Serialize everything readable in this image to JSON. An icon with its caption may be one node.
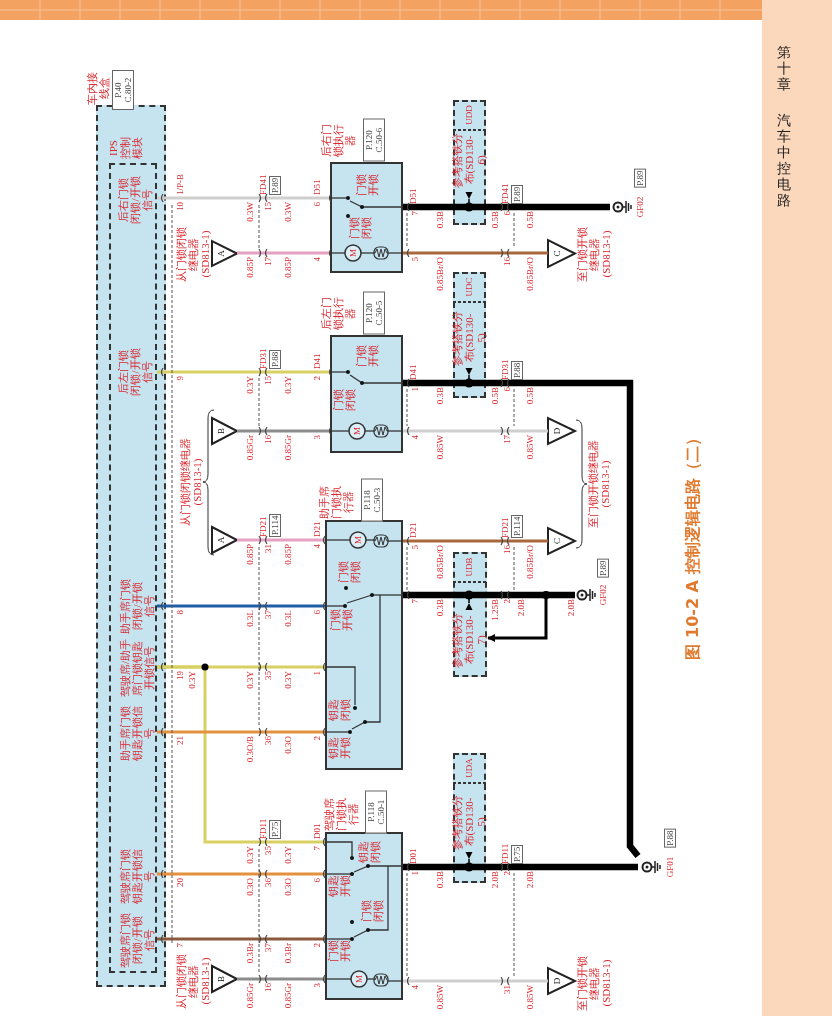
{
  "diagram": {
    "caption": "图 10-2 A 控制逻辑电路（二）",
    "nodes": [
      {
        "text": [
          "车内接线盒"
        ],
        "beside": [
          "P.40 C.80-2"
        ]
      },
      {
        "text": [
          "IPS控制模块",
          "后右门锁闭锁/开锁信号",
          "后左门锁闭锁/开锁信号",
          "助手席门锁闭锁/开锁信号",
          "驾驶席/助手席门锁钥匙开锁信号",
          "助手席门锁钥匙开锁信号",
          "驾驶席门锁钥匙开锁信号",
          "驾驶席门锁闭锁/开锁信号"
        ],
        "in": 0
      },
      {
        "text": [
          "后右门锁执行器",
          "门锁开锁",
          "门锁闭锁",
          "M"
        ],
        "beside": [
          "P.120 C.50-6"
        ]
      },
      {
        "text": [
          "后左门锁执行器",
          "门锁开锁",
          "门锁闭锁",
          "M"
        ],
        "beside": [
          "P.120 C.50-5"
        ]
      },
      {
        "text": [
          "助手席门锁执行器",
          "M",
          "门锁闭锁",
          "门锁开锁",
          "钥匙闭锁",
          "钥匙开锁"
        ],
        "beside": [
          "P.118 C.50-3"
        ]
      },
      {
        "text": [
          "驾驶席门锁执行器",
          "钥匙闭锁",
          "钥匙开锁",
          "门锁闭锁",
          "门锁开锁",
          "M"
        ],
        "beside": [
          "P.118 C.50-1"
        ]
      },
      {
        "text": [
          "A"
        ],
        "beside": [
          "从门锁闭锁继电器(SD813-1)"
        ]
      },
      {
        "text": [
          "B"
        ]
      },
      {
        "text": [
          "A"
        ]
      },
      {
        "text": [
          "B"
        ],
        "beside": [
          "从门锁闭锁继电器(SD813-1)"
        ]
      },
      {
        "text": [
          "C"
        ],
        "beside": [
          "至门锁开锁继电器(SD813-1)"
        ]
      },
      {
        "text": [
          "D"
        ]
      },
      {
        "text": [
          "C"
        ]
      },
      {
        "text": [
          "D"
        ],
        "beside": [
          "至门锁开锁继电器(SD813-1)"
        ]
      },
      {
        "text": [
          "UDD",
          "参考搭铁分布(SD130-6)"
        ]
      },
      {
        "text": [
          "UDC",
          "参考搭铁分布(SD130-5)"
        ]
      },
      {
        "text": [
          "UDB",
          "参考搭铁分布(SD130-7)"
        ]
      },
      {
        "text": [
          "UDA",
          "参考搭铁分布(SD130-5)"
        ]
      },
      {
        "text": [
          "GF02"
        ],
        "beside": [
          "P.89"
        ]
      },
      {
        "text": [
          "GF02"
        ],
        "beside": [
          "P.89"
        ]
      },
      {
        "text": [
          "GF01"
        ],
        "beside": [
          "P.88"
        ]
      }
    ],
    "edges": [
      {
        "from": 1,
        "to": 2,
        "arrow": "none",
        "color": "#cfcfcf"
      },
      {
        "from": 6,
        "to": 2,
        "arrow": "none",
        "color": "#e6a0c2"
      },
      {
        "from": 1,
        "to": 3,
        "arrow": "none",
        "color": "#d8d060"
      },
      {
        "from": 7,
        "to": 3,
        "arrow": "none",
        "color": "#8c8c8c"
      },
      {
        "from": 8,
        "to": 4,
        "arrow": "none",
        "color": "#e6a0c2"
      },
      {
        "from": 1,
        "to": 4,
        "arrow": "none",
        "color": "#1f5da6"
      },
      {
        "from": 1,
        "to": 4,
        "arrow": "none",
        "color": "#d8d060"
      },
      {
        "from": 1,
        "to": 5,
        "arrow": "none",
        "color": "#d8d060"
      },
      {
        "from": 1,
        "to": 4,
        "arrow": "none",
        "color": "#e3913f"
      },
      {
        "from": 1,
        "to": 5,
        "arrow": "none",
        "color": "#e3913f"
      },
      {
        "from": 1,
        "to": 5,
        "arrow": "none",
        "color": "#8b5a3c"
      },
      {
        "from": 9,
        "to": 5,
        "arrow": "none",
        "color": "#8c8c8c"
      },
      {
        "from": 2,
        "to": 10,
        "arrow": "none",
        "color": "#a8683c"
      },
      {
        "from": 3,
        "to": 11,
        "arrow": "none",
        "color": "#cfcfcf"
      },
      {
        "from": 4,
        "to": 12,
        "arrow": "none",
        "color": "#a8683c"
      },
      {
        "from": 5,
        "to": 13,
        "arrow": "none",
        "color": "#cfcfcf"
      },
      {
        "from": 2,
        "to": 14,
        "arrow": "none",
        "style": "thick",
        "color": "#000000"
      },
      {
        "from": 14,
        "to": 18,
        "arrow": "none",
        "style": "thick",
        "color": "#000000"
      },
      {
        "from": 3,
        "to": 15,
        "arrow": "none",
        "style": "thick",
        "color": "#000000"
      },
      {
        "from": 15,
        "to": 20,
        "arrow": "none",
        "style": "thick",
        "color": "#000000"
      },
      {
        "from": 4,
        "to": 16,
        "arrow": "none",
        "style": "thick",
        "color": "#000000"
      },
      {
        "from": 16,
        "to": 19,
        "arrow": "none",
        "style": "thick",
        "color": "#000000"
      },
      {
        "from": 5,
        "to": 17,
        "arrow": "none",
        "style": "thick",
        "color": "#000000"
      },
      {
        "from": 17,
        "to": 20,
        "arrow": "none",
        "style": "thick",
        "color": "#000000"
      },
      {
        "from": null,
        "to": 16,
        "arrow": "to",
        "color": "#000000"
      }
    ],
    "labels": [
      "1/P-B",
      "10",
      "0.3W",
      "FD41",
      "P.89",
      "15",
      "0.3W",
      "D51",
      "6",
      "D51",
      "7",
      "0.3B",
      "0.5B",
      "FD41",
      "P.89",
      "6",
      "0.5B",
      "0.85P",
      "17",
      "0.85P",
      "4",
      "5",
      "0.85Br/O",
      "16",
      "0.85Br/O",
      "9",
      "0.3Y",
      "FD31",
      "P.88",
      "15",
      "0.3Y",
      "D41",
      "2",
      "D41",
      "1",
      "0.3B",
      "0.5B",
      "FD31",
      "P.88",
      "6",
      "0.5B",
      "0.85Gr",
      "16",
      "0.85Gr",
      "3",
      "4",
      "0.85W",
      "17",
      "0.85W",
      "从门锁闭锁继电器(SD813-1)",
      "0.85P",
      "FD21",
      "P.114",
      "31",
      "0.85P",
      "D21",
      "4",
      "D21",
      "5",
      "0.85Br/O",
      "FD21",
      "P.114",
      "16",
      "0.85Br/O",
      "至门锁开锁继电器(SD813-1)",
      "8",
      "0.3L",
      "37",
      "0.3L",
      "6",
      "7",
      "0.3B",
      "1.25B",
      "2",
      "2.0B",
      "2.0B",
      "19",
      "0.3Y",
      "0.3Y",
      "35",
      "0.3Y",
      "1",
      "21",
      "0.3O/B",
      "36",
      "0.3O",
      "2",
      "0.3Y",
      "FD11",
      "P.75",
      "35",
      "0.3Y",
      "D01",
      "7",
      "D01",
      "1",
      "0.3B",
      "2.0B",
      "FD11",
      "P.75",
      "2",
      "2.0B",
      "20",
      "0.3O",
      "36",
      "0.3O",
      "6",
      "7",
      "0.3Br",
      "37",
      "0.3Br",
      "2",
      "0.85Gr",
      "16",
      "0.85Gr",
      "3",
      "4",
      "0.85W",
      "31",
      "0.85W",
      "第十章",
      "汽车中控电路"
    ]
  }
}
